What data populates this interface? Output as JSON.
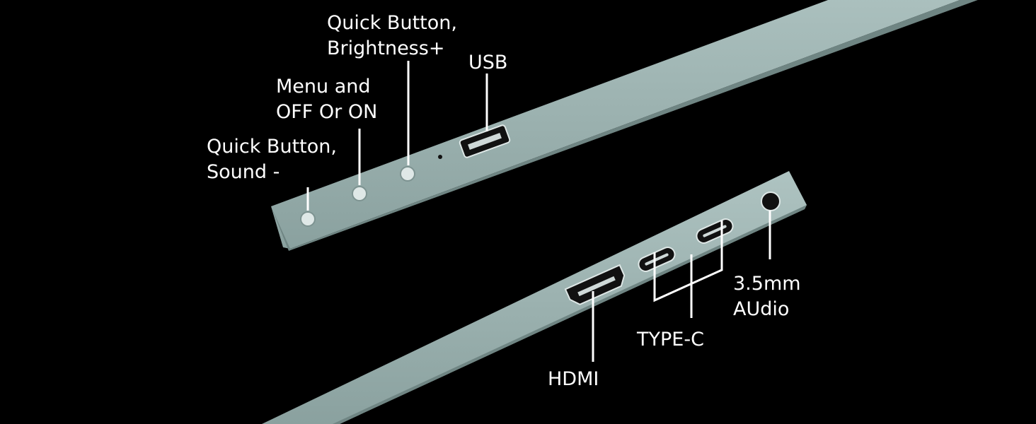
{
  "colors": {
    "background": "#000000",
    "panel": "#9db3b1",
    "panel_edge": "#6f8583",
    "line": "#ffffff"
  },
  "labels": {
    "sound_minus": [
      "Quick Button,",
      "Sound -"
    ],
    "menu_power": [
      "Menu and",
      "OFF Or ON"
    ],
    "brightness_plus": [
      "Quick Button,",
      "Brightness+"
    ],
    "usb": "USB",
    "hdmi": "HDMI",
    "type_c": "TYPE-C",
    "audio": [
      "3.5mm",
      "AUdio"
    ]
  }
}
